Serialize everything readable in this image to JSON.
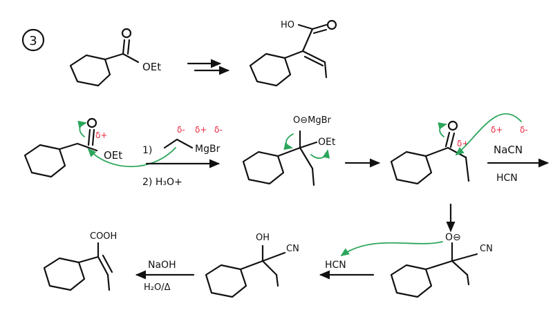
{
  "problem": {
    "number": "3"
  },
  "colors": {
    "ink": "#111111",
    "arrow": "#2aa55a",
    "partial_charge": "#e8243c"
  },
  "row1": {
    "start_label": "OEt",
    "product_label": "HO"
  },
  "row2": {
    "ester_label": "OEt",
    "ester_charge": "δ+",
    "reagent_charges": [
      "δ-",
      "δ+",
      "δ-"
    ],
    "reagent_mgbr": "MgBr",
    "step1_number": "1)",
    "step2": "2) H₃O+",
    "intermediate_alkoxide": "O⊖MgBr",
    "intermediate_oet": "OEt",
    "ketone_charge": "δ+",
    "nacn_charges": [
      "δ+",
      "δ-"
    ],
    "nacn_reagent": "NaCN",
    "hcn_reagent": "HCN"
  },
  "row3": {
    "alkoxide_charge": "O⊖",
    "alkoxide_cn": "CN",
    "hcn_reagent": "HCN",
    "cyanohydrin_oh": "OH",
    "cyanohydrin_cn": "CN",
    "naoh_reagent": "NaOH",
    "naoh_conditions": "H₂O/Δ",
    "acid_label": "COOH"
  }
}
